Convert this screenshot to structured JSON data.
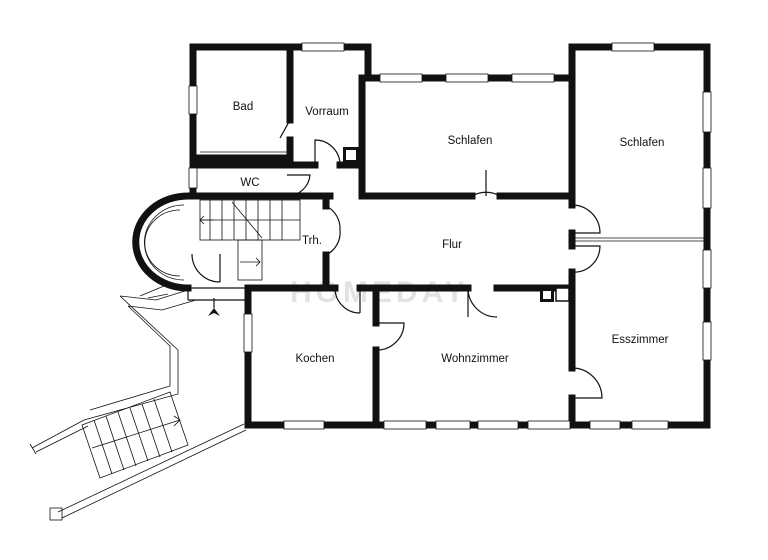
{
  "rooms": {
    "bad": "Bad",
    "vorraum": "Vorraum",
    "wc": "WC",
    "schlafen_1": "Schlafen",
    "schlafen_2": "Schlafen",
    "treppenhaus": "Trh.",
    "flur": "Flur",
    "kochen": "Kochen",
    "wohnzimmer": "Wohnzimmer",
    "esszimmer": "Esszimmer"
  },
  "watermark": "HOMEDAY",
  "colors": {
    "wall": "#111111",
    "background": "#ffffff",
    "watermark": "#e2e2e2"
  },
  "icons": {
    "entrance": "entrance-arrow-icon"
  }
}
